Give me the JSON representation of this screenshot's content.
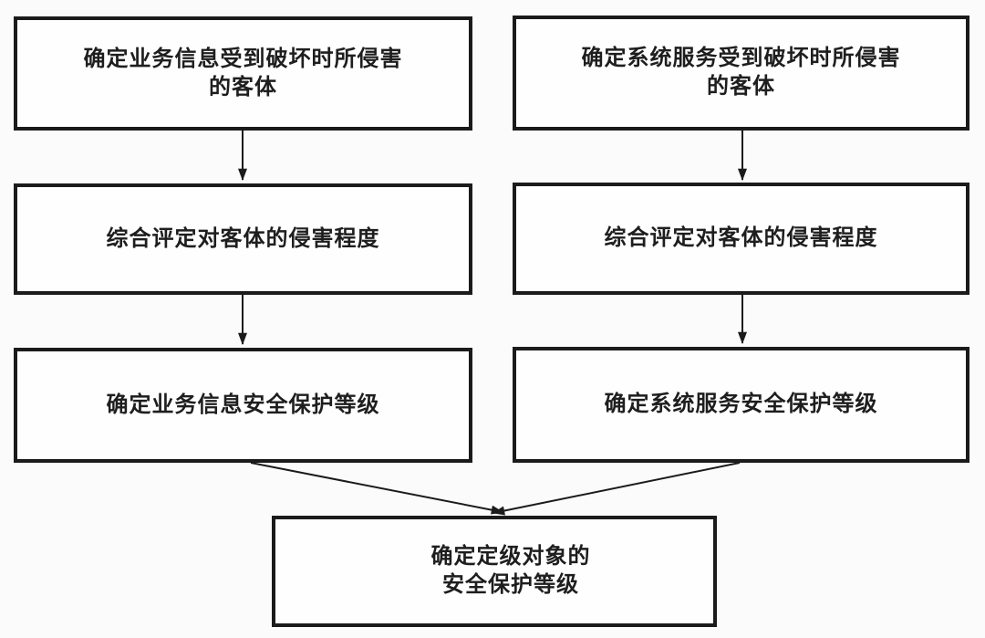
{
  "colors": {
    "ink": "#1b1b1b",
    "page-bg": "#fbfbfb",
    "box-bg": "#fefefe"
  },
  "nodes": {
    "business_object": {
      "line1": "确定业务信息受到破坏时所侵害",
      "line2": "的客体"
    },
    "system_object": {
      "line1": "确定系统服务受到破坏时所侵害",
      "line2": "的客体"
    },
    "business_assess": {
      "line1": "综合评定对客体的侵害程度"
    },
    "system_assess": {
      "line1": "综合评定对客体的侵害程度"
    },
    "business_level": {
      "line1": "确定业务信息安全保护等级"
    },
    "system_level": {
      "line1": "确定系统服务安全保护等级"
    },
    "final_level": {
      "line1": "确定定级对象的",
      "line2": "安全保护等级"
    }
  }
}
